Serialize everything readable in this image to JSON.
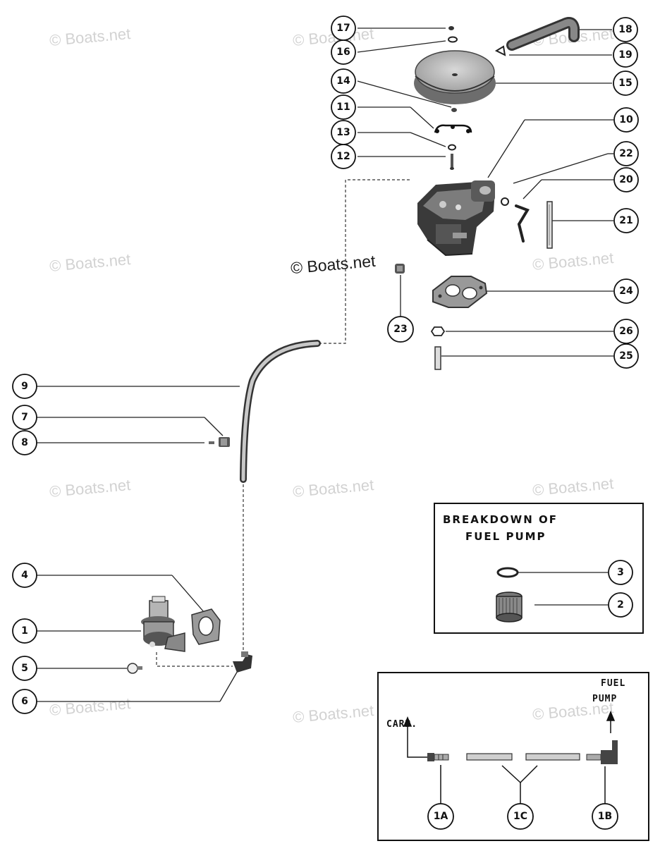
{
  "watermark": "© Boats.net",
  "breakdown": {
    "line1": "BREAKDOWN OF",
    "line2": "FUEL PUMP"
  },
  "inset": {
    "carb_label": "CARB.",
    "pump_line1": "FUEL",
    "pump_line2": "PUMP"
  },
  "callouts": {
    "c1": "1",
    "c2": "2",
    "c3": "3",
    "c4": "4",
    "c5": "5",
    "c6": "6",
    "c7": "7",
    "c8": "8",
    "c9": "9",
    "c10": "10",
    "c11": "11",
    "c12": "12",
    "c13": "13",
    "c14": "14",
    "c15": "15",
    "c16": "16",
    "c17": "17",
    "c18": "18",
    "c19": "19",
    "c20": "20",
    "c21": "21",
    "c22": "22",
    "c23": "23",
    "c24": "24",
    "c25": "25",
    "c26": "26",
    "c1A": "1A",
    "c1B": "1B",
    "c1C": "1C"
  }
}
